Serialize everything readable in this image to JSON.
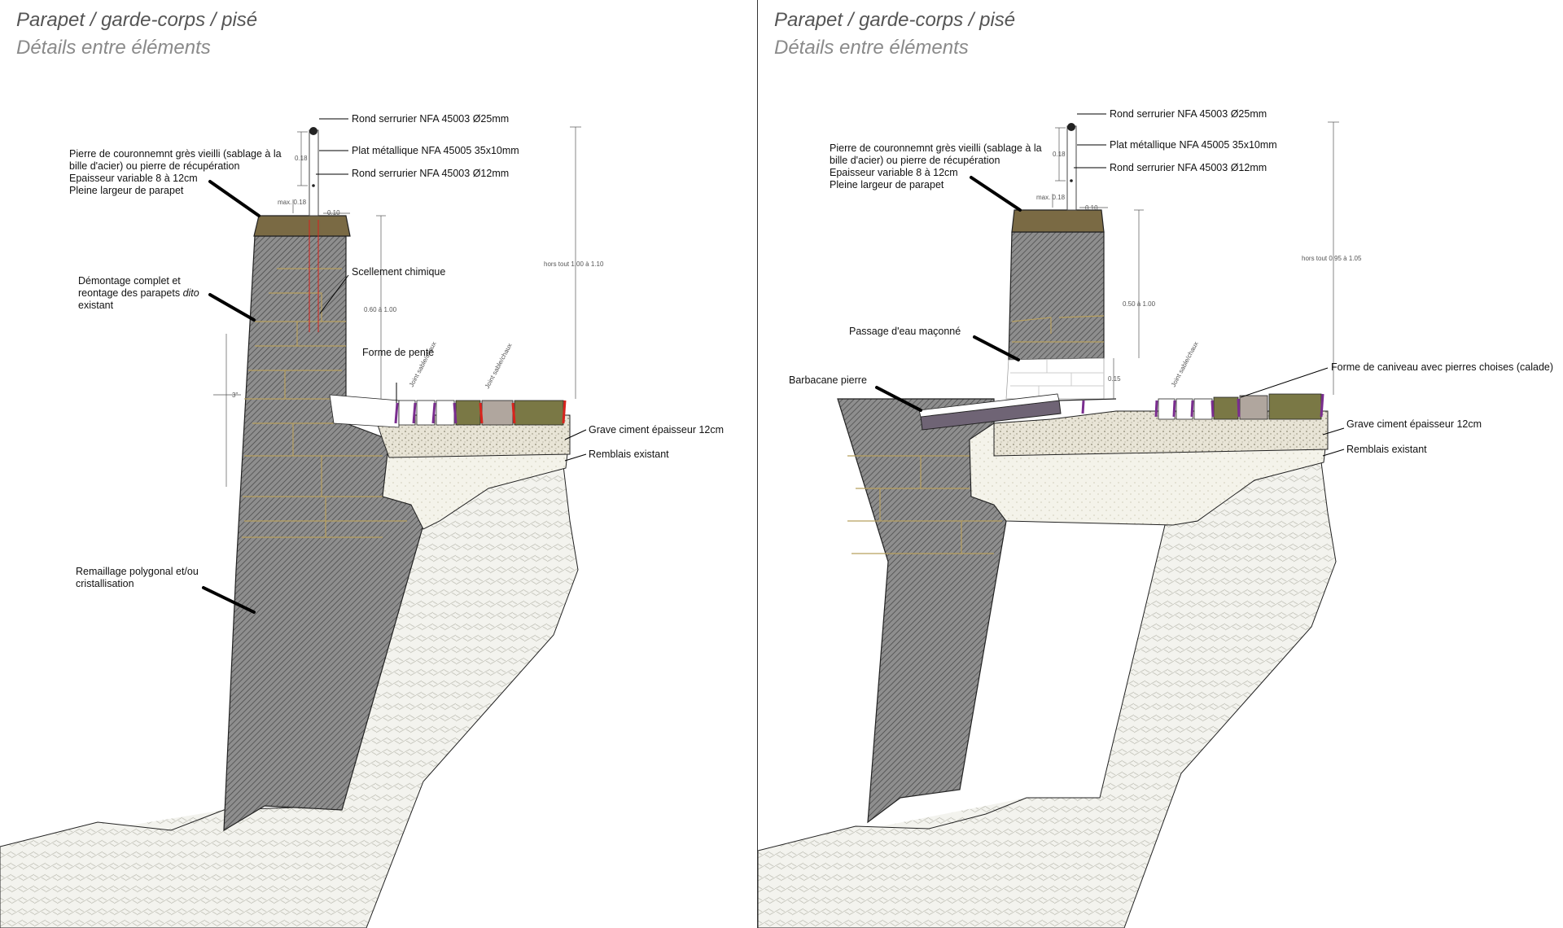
{
  "panels": [
    {
      "title": "Parapet / garde-corps / pisé",
      "subtitle": "Détails entre éléments",
      "labels": {
        "rond25": "Rond serrurier NFA 45003 Ø25mm",
        "plat": "Plat métallique NFA 45005 35x10mm",
        "rond12": "Rond serrurier NFA 45003 Ø12mm",
        "pierre1": "Pierre de couronnemnt grès vieilli (sablage à la",
        "pierre2": "bille d'acier) ou pierre de récupération",
        "pierre3": "Epaisseur variable 8 à 12cm",
        "pierre4": "Pleine largeur de parapet",
        "demontage1": "Démontage  complet et",
        "demontage2a": "reontage des parapets ",
        "demontage2b": "dito",
        "demontage3": "existant",
        "scellement": "Scellement chimique",
        "pente": "Forme de pente",
        "grave": "Grave ciment épaisseur 12cm",
        "remblais": "Remblais existant",
        "remaillage1": "Remaillage polygonal et/ou",
        "remaillage2": "cristallisation"
      },
      "dims": {
        "d018a": "0.18",
        "d018b": "max. 0.18",
        "d010": "0.10",
        "d060": "0.60 à 1.00",
        "dtotal": "hors tout 1.00 à 1.10",
        "d3": "3\"",
        "joint1": "Joint sable/chaux",
        "joint2": "Joint sable/chaux"
      }
    },
    {
      "title": "Parapet / garde-corps / pisé",
      "subtitle": "Détails entre éléments",
      "labels": {
        "rond25": "Rond serrurier NFA 45003 Ø25mm",
        "plat": "Plat métallique NFA 45005 35x10mm",
        "rond12": "Rond serrurier NFA 45003 Ø12mm",
        "pierre1": "Pierre de couronnemnt grès vieilli (sablage à la",
        "pierre2": "bille d'acier) ou pierre de récupération",
        "pierre3": "Epaisseur variable 8 à 12cm",
        "pierre4": "Pleine largeur de parapet",
        "passage": "Passage d'eau maçonné",
        "barbacane": "Barbacane pierre",
        "caniveau": "Forme de caniveau avec pierres choises (calade)",
        "grave": "Grave ciment épaisseur 12cm",
        "remblais": "Remblais existant"
      },
      "dims": {
        "d018a": "0.18",
        "d018b": "max. 0.18",
        "d010": "0.10",
        "d050": "0.50 à 1.00",
        "d015": "0.15",
        "dtotal": "hors tout 0.95 à 1.05",
        "joint1": "Joint sable/chaux"
      }
    }
  ],
  "colors": {
    "coping": "#7a6a44",
    "wall": "#8e8e8e",
    "ground": "#f1f1ec",
    "gravel": "#e6e2d4",
    "stone_olive": "#7a7845",
    "stone_grey": "#b0a69e",
    "accent_purple": "#7a2d8f",
    "accent_red": "#d8231c",
    "drain": "#6f6475"
  }
}
